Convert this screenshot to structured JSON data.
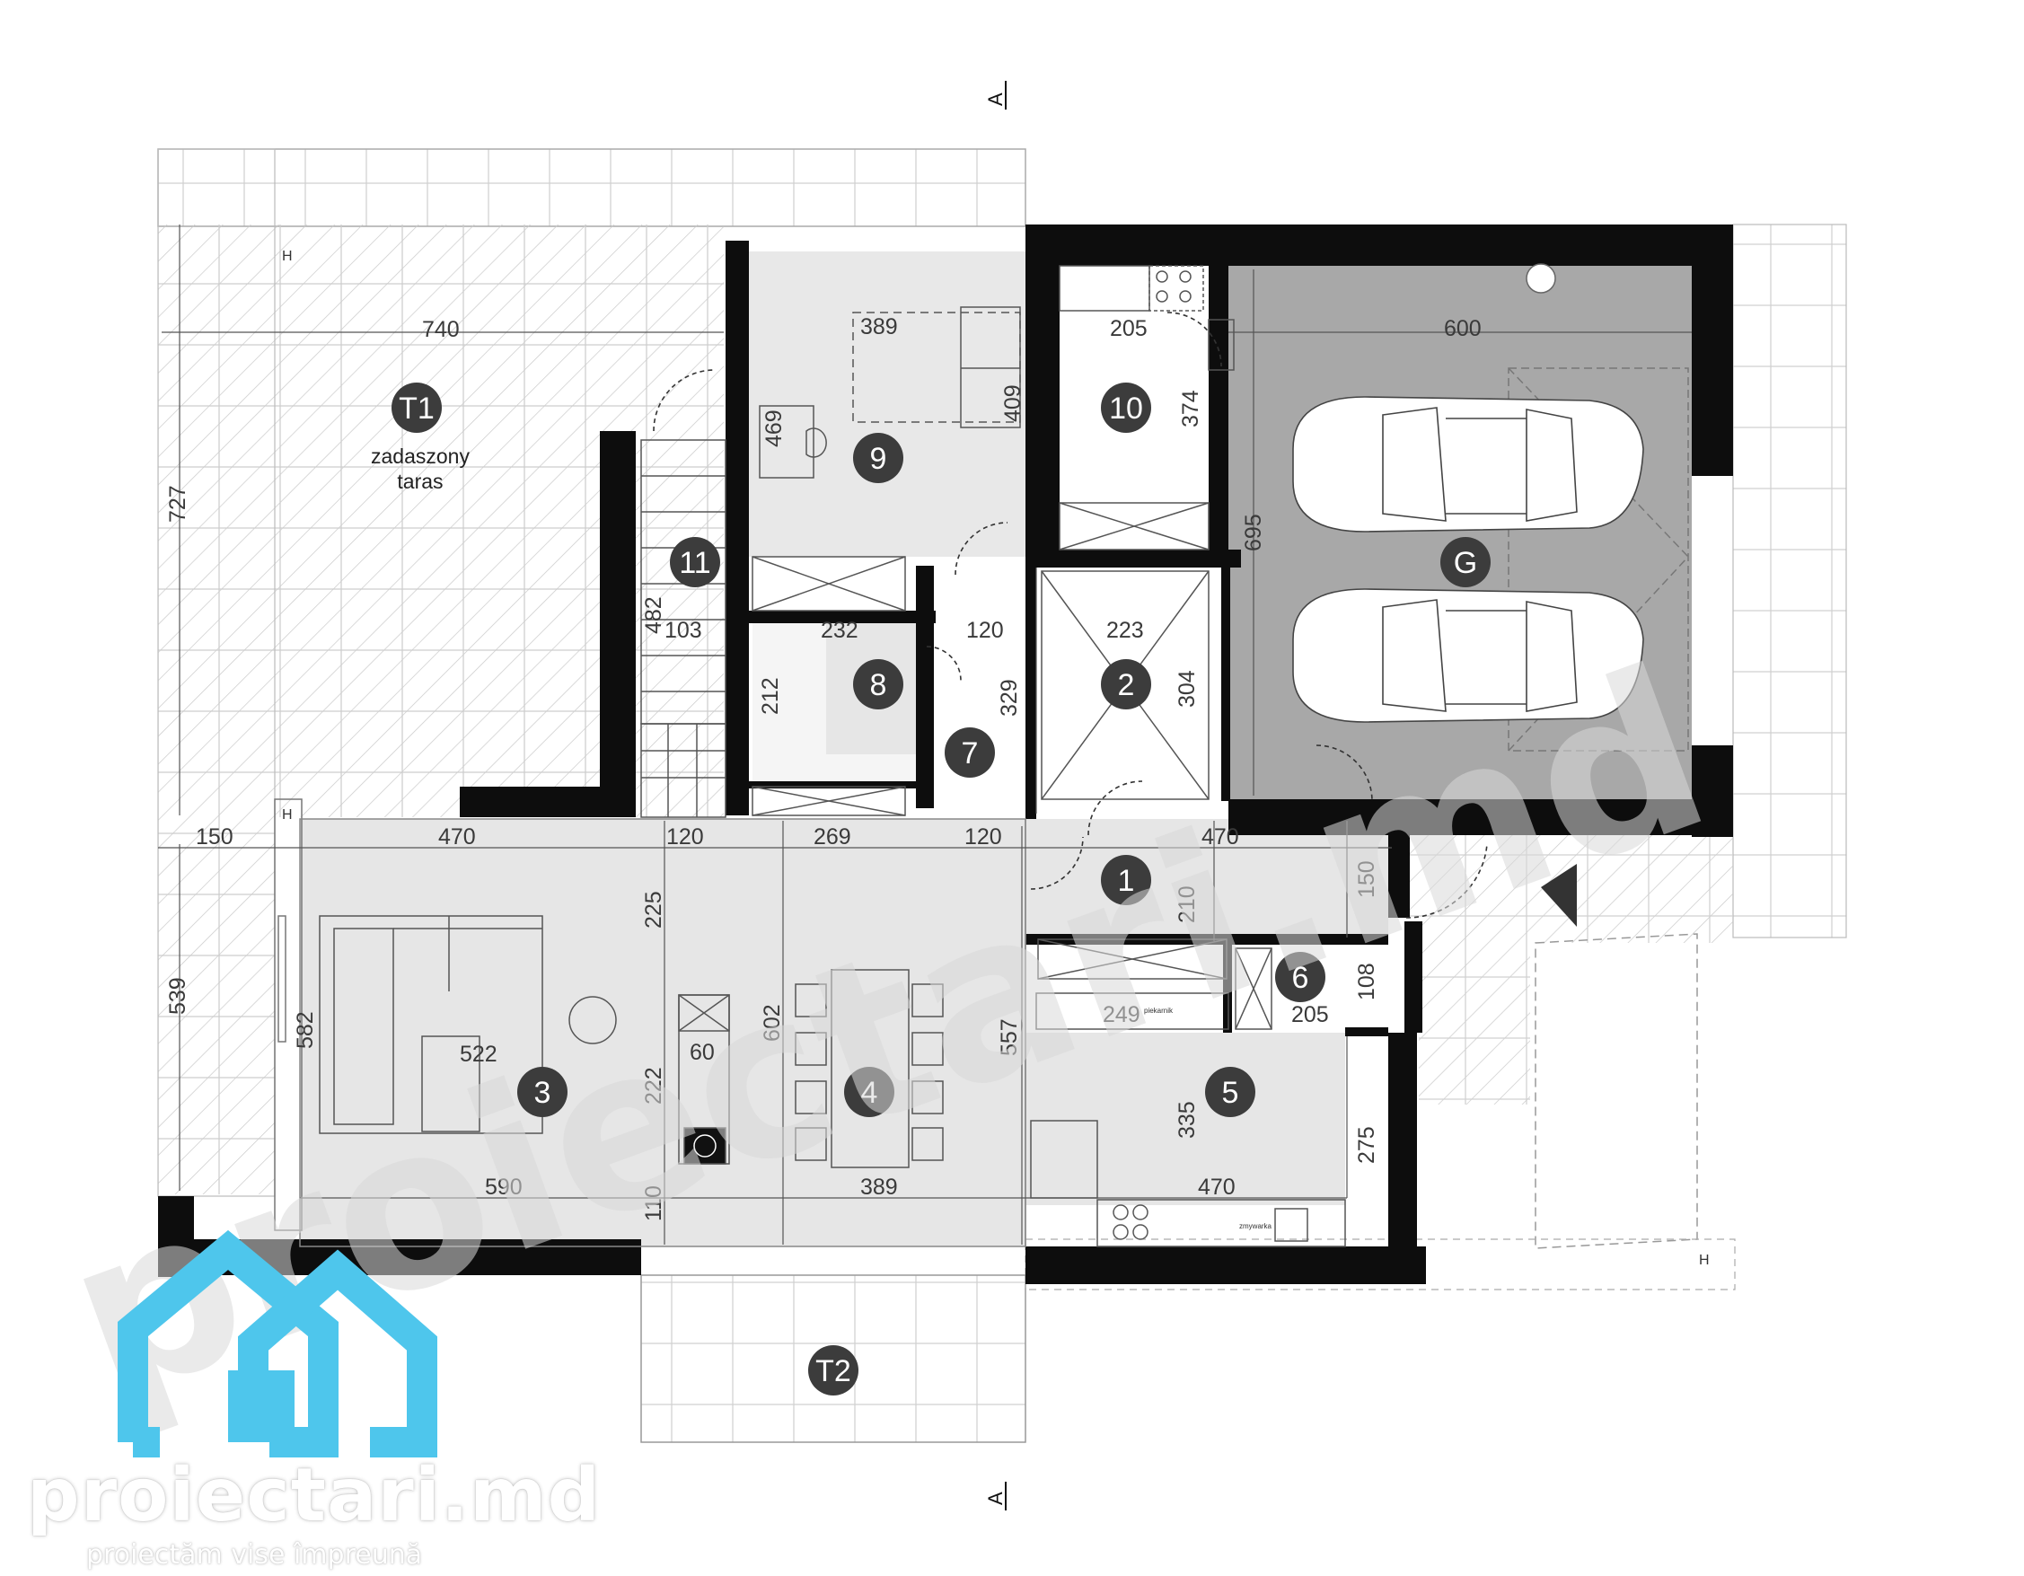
{
  "rooms": [
    {
      "id": "T1",
      "label": "zadaszony\ntaras"
    },
    {
      "id": "T2",
      "label": ""
    },
    {
      "id": "G",
      "label": ""
    },
    {
      "id": "1",
      "label": ""
    },
    {
      "id": "2",
      "label": ""
    },
    {
      "id": "3",
      "label": ""
    },
    {
      "id": "4",
      "label": ""
    },
    {
      "id": "5",
      "label": ""
    },
    {
      "id": "6",
      "label": ""
    },
    {
      "id": "7",
      "label": ""
    },
    {
      "id": "8",
      "label": ""
    },
    {
      "id": "9",
      "label": ""
    },
    {
      "id": "10",
      "label": ""
    },
    {
      "id": "11",
      "label": ""
    }
  ],
  "dimensions": {
    "d740": "740",
    "d727": "727",
    "d389a": "389",
    "d469": "469",
    "d409": "409",
    "d205a": "205",
    "d374": "374",
    "d600": "600",
    "d695": "695",
    "d482": "482",
    "d103": "103",
    "d232": "232",
    "d212": "212",
    "d120a": "120",
    "d329": "329",
    "d223": "223",
    "d304": "304",
    "d150a": "150",
    "d470a": "470",
    "d120b": "120",
    "d269": "269",
    "d120c": "120",
    "d470b": "470",
    "d225": "225",
    "d210": "210",
    "d150b": "150",
    "d539": "539",
    "d582": "582",
    "d522": "522",
    "d60": "60",
    "d602": "602",
    "d557": "557",
    "d249": "249",
    "d205b": "205",
    "d108": "108",
    "d222": "222",
    "d335": "335",
    "d275": "275",
    "d590": "590",
    "d389b": "389",
    "d470c": "470",
    "d110": "110"
  },
  "small_labels": {
    "appliance1": "piekarnik",
    "appliance2": "zmywarka"
  },
  "section_marks": {
    "top": "A",
    "bottom": "A"
  },
  "level_marks": {
    "m1": "H",
    "m2": "H",
    "m3": "H"
  },
  "watermark": "proiectari.md",
  "brand": {
    "name": "proiectari.md",
    "tagline": "proiectăm vise împreună",
    "logo_color": "#4ec6ec"
  },
  "colors": {
    "wall": "#0d0d0d",
    "room": "#e9e9e9",
    "garage": "#a9a9a9",
    "terrace_line": "#c8c8c8",
    "badge": "#3c3c3c"
  }
}
